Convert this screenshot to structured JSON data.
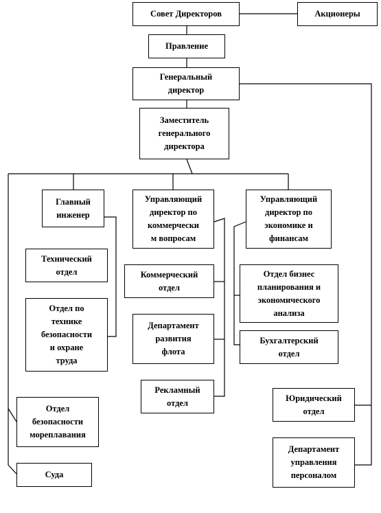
{
  "org_chart": {
    "board": "Совет Директоров",
    "shareholders": "Акционеры",
    "management": "Правление",
    "general_director": "Генеральный\nдиректор",
    "deputy_director": "Заместитель\nгенерального\nдиректора",
    "chief_engineer": "Главный\nинженер",
    "commercial_director": "Управляющий\nдиректор по\nкоммерчески\nм вопросам",
    "finance_director": "Управляющий\nдиректор по\nэкономике и\nфинансам",
    "technical_dept": "Технический\nотдел",
    "safety_dept": "Отдел по\nтехнике\nбезопасности\nи охране\nтруда",
    "commercial_dept": "Коммерческий\nотдел",
    "fleet_dept": "Департамент\nразвития\nфлота",
    "advertising_dept": "Рекламный\nотдел",
    "business_planning_dept": "Отдел бизнес\nпланирования и\nэкономического\nанализа",
    "accounting_dept": "Бухгалтерский\nотдел",
    "legal_dept": "Юридический\nотдел",
    "hr_dept": "Департамент\nуправления\nперсоналом",
    "navigation_safety_dept": "Отдел\nбезопасности\nмореплавания",
    "vessels": "Суда"
  }
}
